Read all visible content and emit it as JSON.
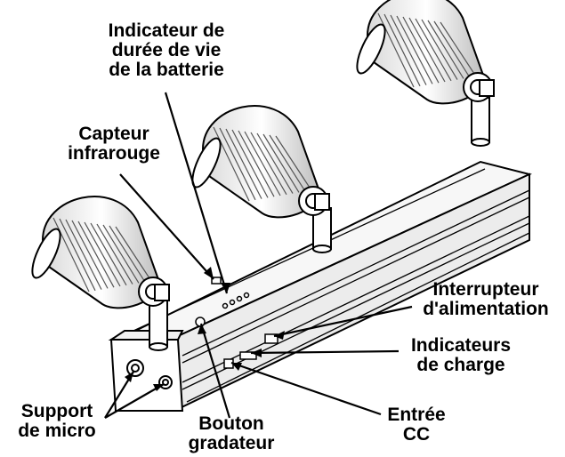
{
  "labels": {
    "battery_indicator": [
      "Indicateur de",
      "durée de vie",
      "de la batterie"
    ],
    "infrared_sensor": [
      "Capteur",
      "infrarouge"
    ],
    "power_switch": [
      "Interrupteur",
      "d'alimentation"
    ],
    "charge_indicators": [
      "Indicateurs",
      "de charge"
    ],
    "dc_input": [
      "Entrée",
      "CC"
    ],
    "dimmer_button": [
      "Bouton",
      "gradateur"
    ],
    "mic_mount": [
      "Support",
      "de micro"
    ]
  },
  "colors": {
    "line": "#000000",
    "background": "#ffffff",
    "fin_shade": "#cfcfcf",
    "bar_shade": "#e8e8e8"
  }
}
